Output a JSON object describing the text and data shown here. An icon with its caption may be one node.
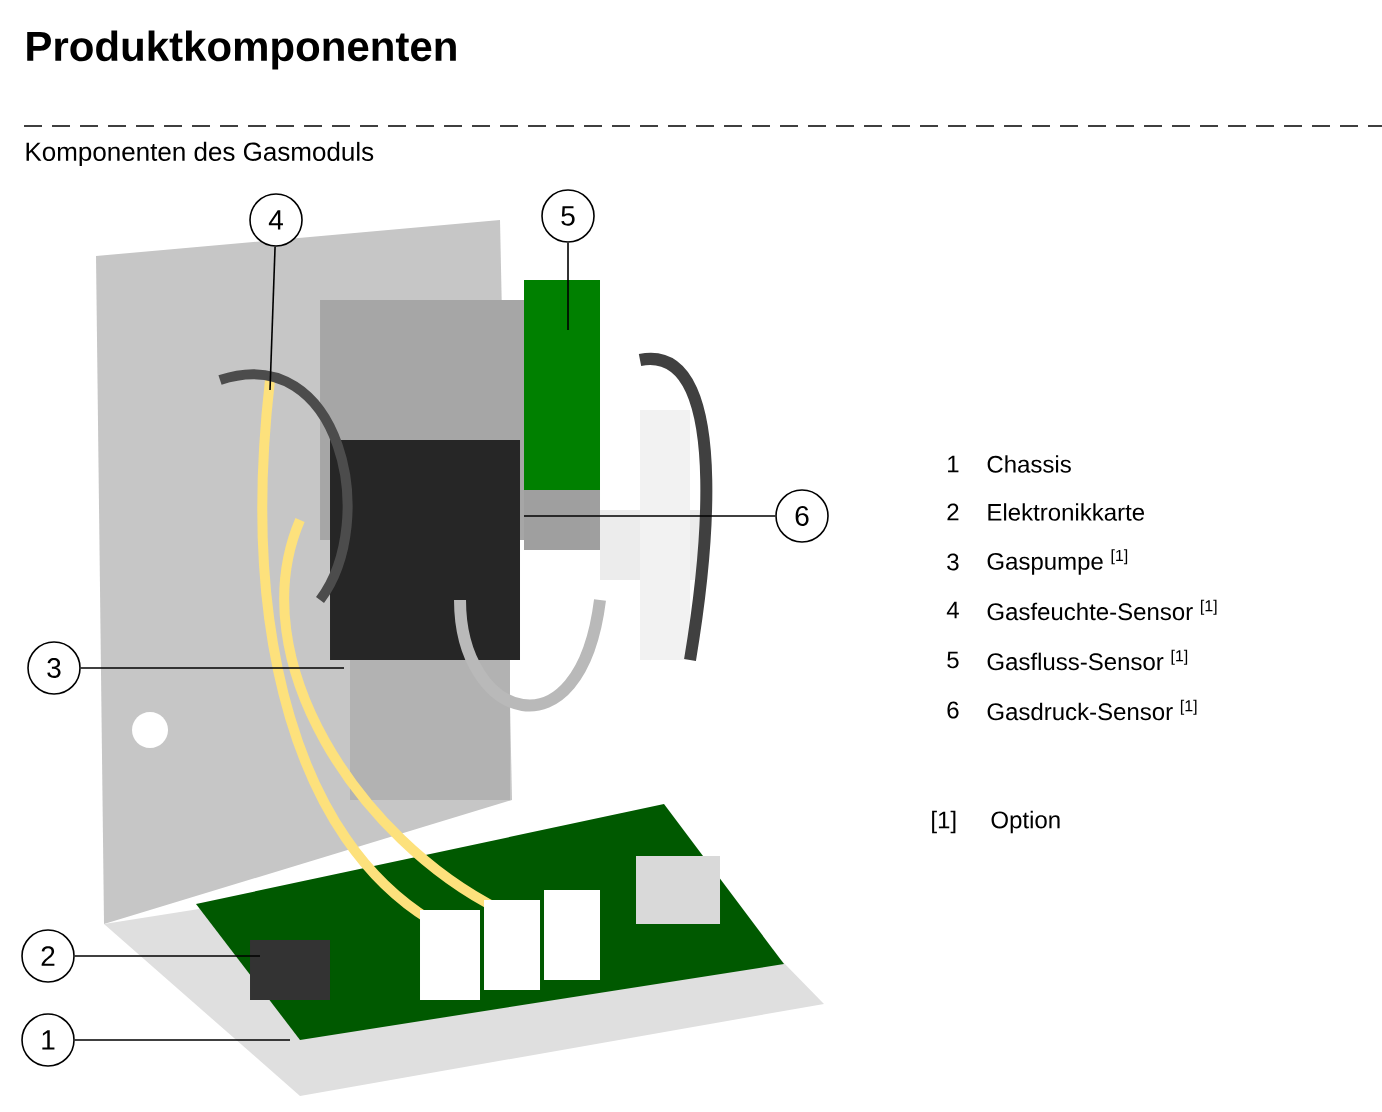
{
  "diagram": {
    "title": "Produktkomponenten",
    "nodes": [
      {
        "text": [
          "4"
        ]
      },
      {
        "text": [
          "5"
        ]
      },
      {
        "text": [
          "6"
        ]
      },
      {
        "text": [
          "3"
        ]
      },
      {
        "text": [
          "2"
        ]
      },
      {
        "text": [
          "1"
        ]
      }
    ],
    "edges": [
      {
        "from": 0,
        "to": null,
        "arrow": "none"
      },
      {
        "from": 1,
        "to": null,
        "arrow": "none"
      },
      {
        "from": 2,
        "to": null,
        "arrow": "none"
      },
      {
        "from": 3,
        "to": null,
        "arrow": "none"
      },
      {
        "from": 4,
        "to": null,
        "arrow": "none"
      },
      {
        "from": 5,
        "to": null,
        "arrow": "none"
      }
    ],
    "labels": [
      "Komponenten des Gasmoduls",
      "1",
      "Chassis",
      "2",
      "Elektronikkarte",
      "3",
      "Gaspumpe $^{[1]}$",
      "4",
      "Gasfeuchte-Sensor $^{[1]}$",
      "5",
      "Gasfluss-Sensor $^{[1]}$",
      "6",
      "Gasdruck-Sensor $^{[1]}$",
      "[1]",
      "Option"
    ]
  }
}
